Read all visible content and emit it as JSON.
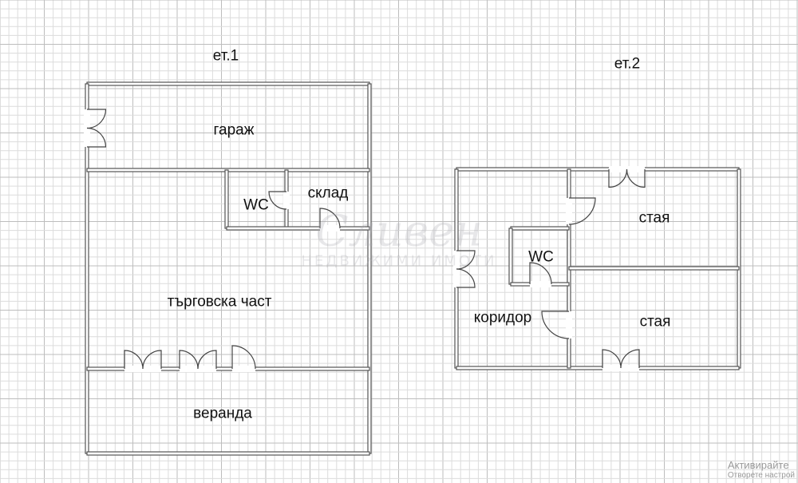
{
  "floors": {
    "floor1": {
      "title": "ет.1",
      "rooms": {
        "garage": "гараж",
        "wc": "WC",
        "storage": "склад",
        "shop": "търговска част",
        "veranda": "веранда"
      }
    },
    "floor2": {
      "title": "ет.2",
      "rooms": {
        "room_top": "стая",
        "wc": "WC",
        "corridor": "коридор",
        "room_bottom": "стая"
      }
    }
  },
  "watermark": {
    "brand": "Сливен",
    "subtitle": "НЕДВИЖИМИ ИМОТИ"
  },
  "system_notice": {
    "line1": "Активирайте",
    "line2": "Отворете настрой"
  },
  "colors": {
    "wall": "#555555",
    "wall_fill": "#ffffff",
    "grid_minor": "#dcdcdc",
    "grid_major": "#bdbdbd"
  }
}
